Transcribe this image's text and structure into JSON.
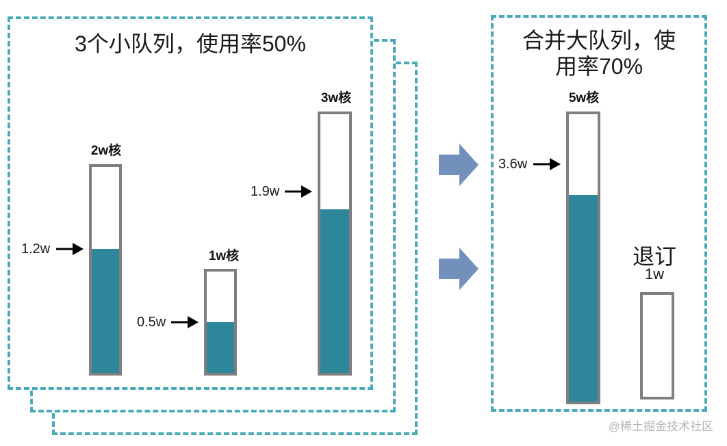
{
  "left_panel": {
    "title": "3个小队列，使用率50%",
    "queues": [
      {
        "capacity_label": "2w核",
        "used_label": "1.2w",
        "capacity": 2,
        "used": 1.2
      },
      {
        "capacity_label": "1w核",
        "used_label": "0.5w",
        "capacity": 1,
        "used": 0.5
      },
      {
        "capacity_label": "3w核",
        "used_label": "1.9w",
        "capacity": 3,
        "used": 1.9
      }
    ]
  },
  "right_panel": {
    "title_line1": "合并大队列，使",
    "title_line2": "用率70%",
    "queue": {
      "capacity_label": "5w核",
      "used_label": "3.6w",
      "capacity": 5,
      "used": 3.6
    },
    "return_label": "退订",
    "return_amount": "1w"
  },
  "colors": {
    "frame": "#4ba9b9",
    "fill": "#2e869b",
    "bar_border": "#7f7f7f",
    "arrow": "#7390bd"
  },
  "watermark": "@稀土掘金技术社区"
}
